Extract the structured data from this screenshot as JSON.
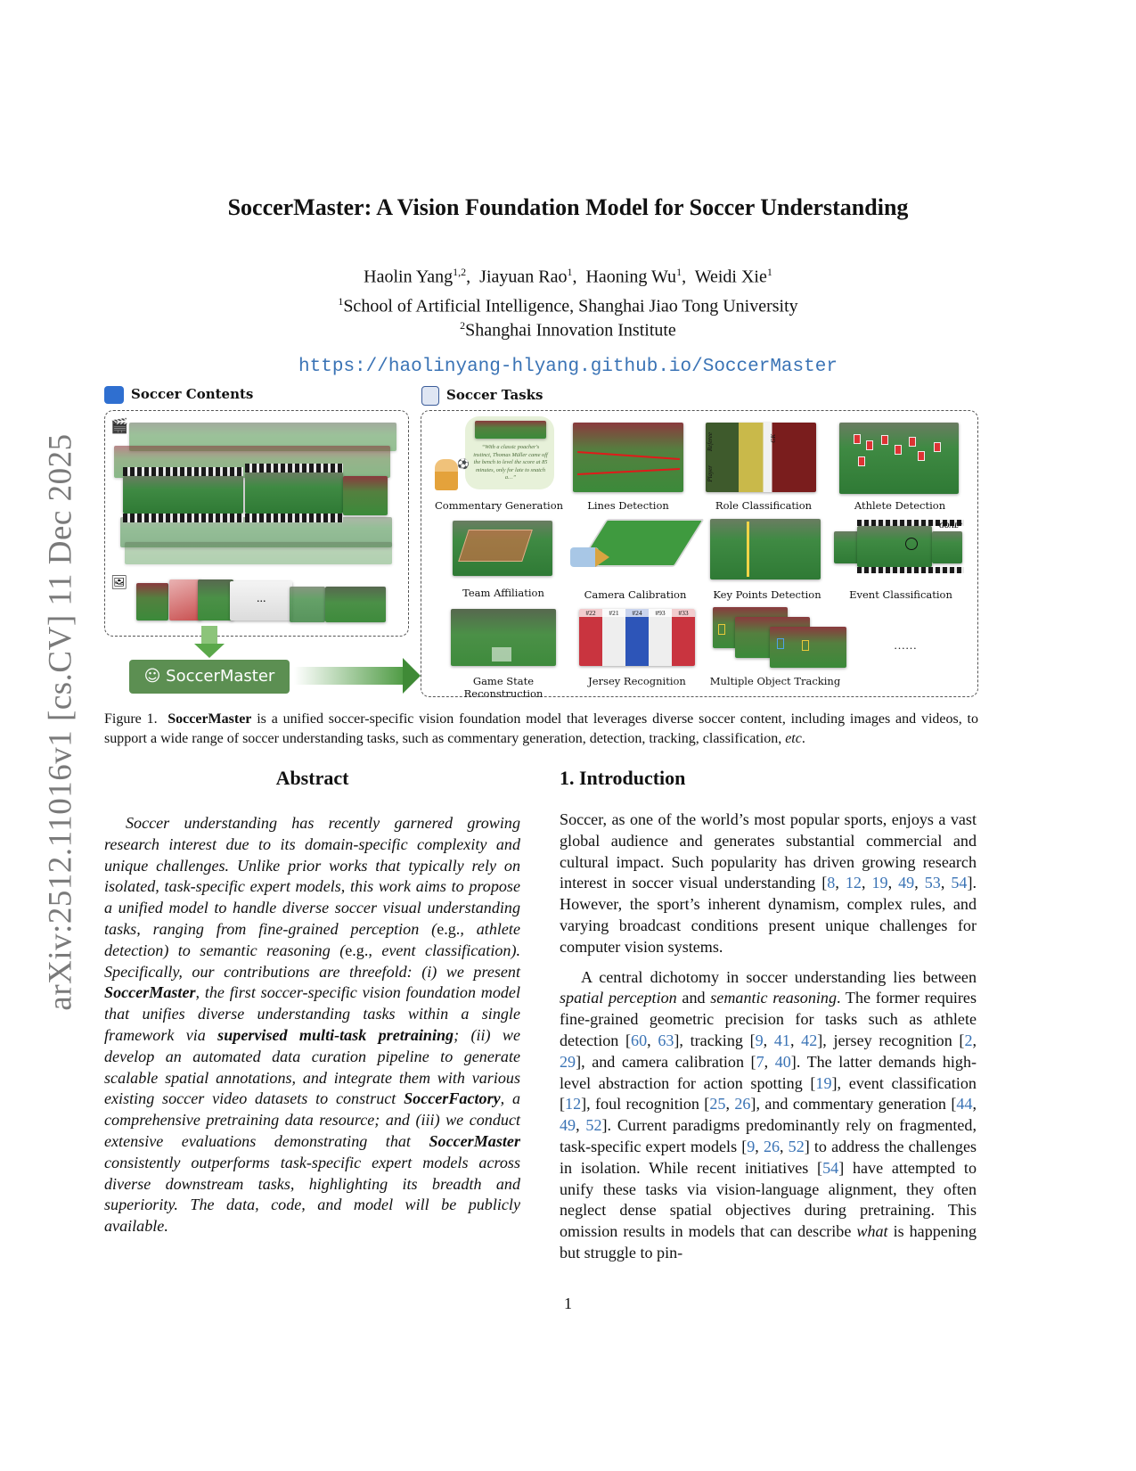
{
  "arxiv_stamp": "arXiv:2512.11016v1  [cs.CV]  11 Dec 2025",
  "title": "SoccerMaster: A Vision Foundation Model for Soccer Understanding",
  "authors": [
    {
      "name": "Haolin Yang",
      "sup": "1,2"
    },
    {
      "name": "Jiayuan Rao",
      "sup": "1"
    },
    {
      "name": "Haoning Wu",
      "sup": "1"
    },
    {
      "name": "Weidi Xie",
      "sup": "1"
    }
  ],
  "affiliations": [
    {
      "sup": "1",
      "text": "School of Artificial Intelligence, Shanghai Jiao Tong University"
    },
    {
      "sup": "2",
      "text": "Shanghai Innovation Institute"
    }
  ],
  "url": "https://haolinyang-hlyang.github.io/SoccerMaster",
  "figure": {
    "contents_heading": "Soccer Contents",
    "tasks_heading": "Soccer Tasks",
    "model_label": "SoccerMaster",
    "ellipsis": "...",
    "more_tasks": "……",
    "commentary_quote": "“With a classic poacher's instinct, Thomas Müller came off the bench to level the score at 85 minutes, only for late to snatch a…”",
    "role_labels": [
      "Referee",
      "Player",
      "GK"
    ],
    "jersey_numbers": [
      "#22",
      "#21",
      "#24",
      "#93",
      "#33"
    ],
    "goal_text": "“GOAL”",
    "tasks": [
      "Commentary Generation",
      "Lines Detection",
      "Role Classification",
      "Athlete Detection",
      "Team Affiliation",
      "Camera Calibration",
      "Key Points Detection",
      "Event Classification",
      "Game State Reconstruction",
      "Jersey Recognition",
      "Multiple Object Tracking"
    ],
    "caption_label": "Figure 1.",
    "caption_bold": "SoccerMaster",
    "caption_text": " is a unified soccer-specific vision foundation model that leverages diverse soccer content, including images and videos, to support a wide range of soccer understanding tasks, such as commentary generation, detection, tracking, classification, ",
    "caption_etc": "etc",
    "caption_end": "."
  },
  "abstract": {
    "heading": "Abstract",
    "t1": "Soccer understanding has recently garnered growing research interest due to its domain-specific complexity and unique challenges. Unlike prior works that typically rely on isolated, task-specific expert models, this work aims to propose a unified model to handle diverse soccer visual understanding tasks, ranging from fine-grained perception (",
    "eg1": "e.g.",
    "t2": ", athlete detection) to semantic reasoning (",
    "eg2": "e.g.",
    "t3": ", event classification). Specifically, our contributions are threefold: (i) we present ",
    "b1": "SoccerMaster",
    "t4": ", the first soccer-specific vision foundation model that unifies diverse understanding tasks within a single framework via ",
    "b2": "supervised multi-task pretraining",
    "t5": "; (ii) we develop an automated data curation pipeline to generate scalable spatial annotations, and integrate them with various existing soccer video datasets to construct ",
    "b3": "SoccerFactory",
    "t6": ", a comprehensive pretraining data resource; and (iii) we conduct extensive evaluations demonstrating that ",
    "b4": "SoccerMaster",
    "t7": " consistently outperforms task-specific expert models across diverse downstream tasks, highlighting its breadth and superiority. The data, code, and model will be publicly available."
  },
  "introduction": {
    "heading": "1. Introduction",
    "p1a": "Soccer, as one of the world’s most popular sports, enjoys a vast global audience and generates substantial commercial and cultural impact. Such popularity has driven growing research interest in soccer visual understanding [",
    "p1_cites": [
      "8",
      "12",
      "19",
      "49",
      "53",
      "54"
    ],
    "p1b": "]. However, the sport’s inherent dynamism, complex rules, and varying broadcast conditions present unique challenges for computer vision systems.",
    "p2_start": "A central dichotomy in soccer understanding lies between ",
    "p2_em1": "spatial perception",
    "p2_and": " and ",
    "p2_em2": "semantic reasoning",
    "p2_a": ". The former requires fine-grained geometric precision for tasks such as athlete detection [",
    "c_det": [
      "60",
      "63"
    ],
    "p2_b": "], tracking [",
    "c_track": [
      "9",
      "41",
      "42"
    ],
    "p2_c": "], jersey recognition [",
    "c_jersey": [
      "2",
      "29"
    ],
    "p2_d": "], and camera calibration [",
    "c_cam": [
      "7",
      "40"
    ],
    "p2_e": "]. The latter demands high-level abstraction for action spotting [",
    "c_action": [
      "19"
    ],
    "p2_f": "], event classification [",
    "c_event": [
      "12"
    ],
    "p2_g": "], foul recognition [",
    "c_foul": [
      "25",
      "26"
    ],
    "p2_h": "], and commentary generation [",
    "c_comm": [
      "44",
      "49",
      "52"
    ],
    "p2_i": "]. Current paradigms predominantly rely on fragmented, task-specific expert models [",
    "c_frag": [
      "9",
      "26",
      "52"
    ],
    "p2_j": "] to address the challenges in isolation. While recent initiatives [",
    "c_unify": [
      "54"
    ],
    "p2_k": "] have attempted to unify these tasks via vision-language alignment, they often neglect dense spatial objectives during pretraining. This omission results in models that can describe ",
    "p2_em3": "what",
    "p2_l": " is happening but struggle to pin-"
  },
  "page_number": "1"
}
